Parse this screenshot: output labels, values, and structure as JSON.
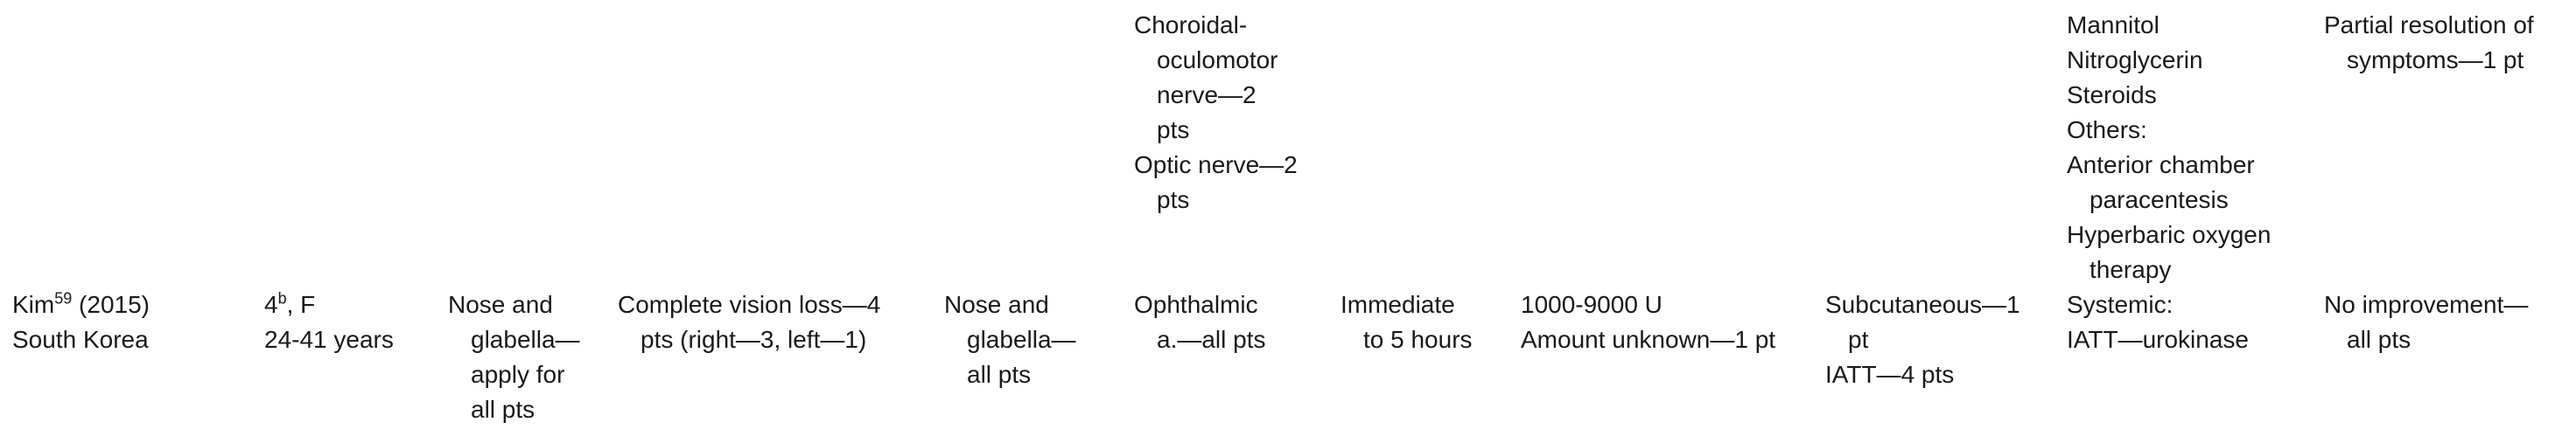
{
  "prior_row": {
    "sites_of_occlusion": [
      {
        "first": "Choroidal-",
        "rest": [
          "oculomotor",
          "nerve—2",
          "pts"
        ]
      },
      {
        "first": "Optic nerve—2",
        "rest": [
          "pts"
        ]
      }
    ],
    "treatment": [
      {
        "first": "Mannitol",
        "rest": []
      },
      {
        "first": "Nitroglycerin",
        "rest": []
      },
      {
        "first": "Steroids",
        "rest": []
      },
      {
        "first": "Others:",
        "rest": []
      },
      {
        "first": "Anterior chamber",
        "rest": [
          "paracentesis"
        ]
      },
      {
        "first": "Hyperbaric oxygen",
        "rest": [
          "therapy"
        ]
      }
    ],
    "outcome": [
      {
        "first": "Partial resolution of",
        "rest": [
          "symptoms—1 pt"
        ]
      }
    ]
  },
  "row": {
    "study": {
      "author": "Kim",
      "ref": "59",
      "year": " (2015)",
      "country": "South Korea"
    },
    "patients": {
      "count": "4",
      "note": "b",
      "sex": ", F",
      "age": "24-41 years"
    },
    "injection_site": [
      {
        "first": "Nose and",
        "rest": [
          "glabella—",
          "apply for",
          "all pts"
        ]
      }
    ],
    "symptoms": [
      {
        "first": "Complete vision loss—4",
        "rest": [
          "pts (right—3, left—1)"
        ]
      }
    ],
    "skin_lesion": [
      {
        "first": "Nose and",
        "rest": [
          "glabella—",
          "all pts"
        ]
      }
    ],
    "occlusion": [
      {
        "first": "Ophthalmic",
        "rest": [
          "a.—all pts"
        ]
      }
    ],
    "onset": [
      {
        "first": "Immediate",
        "rest": [
          "to 5 hours"
        ]
      }
    ],
    "hyaluronidase_dose": [
      {
        "first": "1000-9000 U",
        "rest": []
      },
      {
        "first": "Amount unknown—1 pt",
        "rest": []
      }
    ],
    "route": [
      {
        "first": "Subcutaneous—1",
        "rest": [
          "pt"
        ]
      },
      {
        "first": "IATT—4 pts",
        "rest": []
      }
    ],
    "treatment": [
      {
        "first": "Systemic:",
        "rest": []
      },
      {
        "first": "IATT—urokinase",
        "rest": []
      }
    ],
    "outcome": [
      {
        "first": "No improvement—",
        "rest": [
          "all pts"
        ]
      }
    ]
  }
}
